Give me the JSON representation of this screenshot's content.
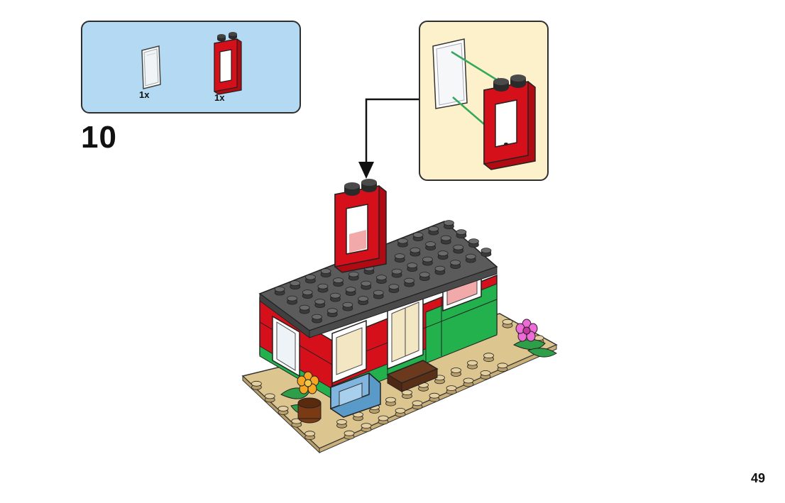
{
  "step": {
    "number": "10"
  },
  "parts": [
    {
      "name": "transparent-glass-pane",
      "quantity": "1x"
    },
    {
      "name": "red-window-frame",
      "quantity": "1x"
    }
  ],
  "page": {
    "number": "49"
  },
  "colors": {
    "parts_panel_bg": "#b3d9f3",
    "sub_panel_bg": "#fcf1cb",
    "brick_red": "#d6101b",
    "roof_gray": "#5b5b5b",
    "base_tan": "#ddc590",
    "wall_green": "#22b14c",
    "sofa_blue": "#7fb5de",
    "arrow_green": "#36a85b"
  }
}
